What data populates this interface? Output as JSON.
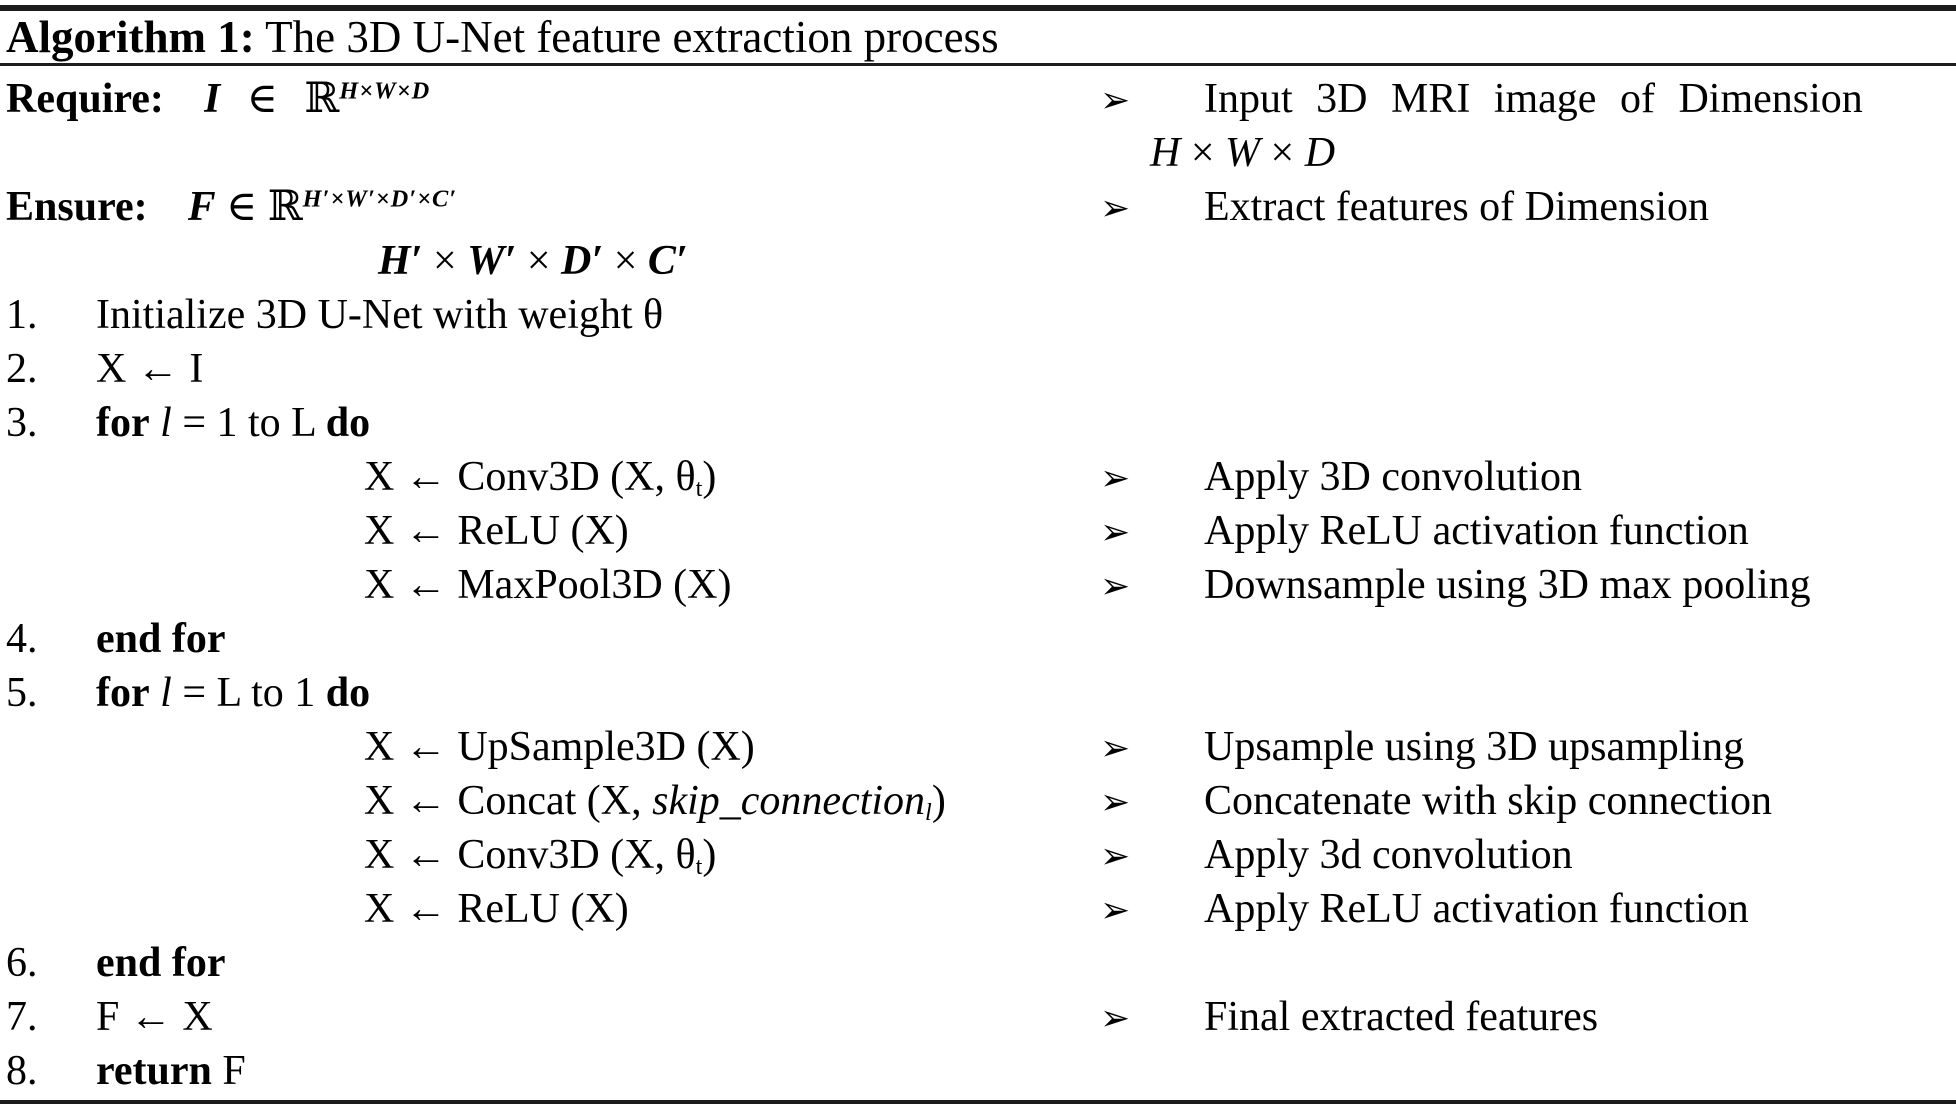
{
  "title": {
    "label": "Algorithm 1:",
    "text": " The 3D U-Net feature extraction process"
  },
  "comment_marker": "➢",
  "colors": {
    "text": "#000000",
    "background": "#ffffff",
    "rule": "#1c1c1c"
  },
  "rows": [
    {
      "name": "require",
      "cls": "require",
      "label": "Require:",
      "code": [
        [
          "I",
          "bi"
        ],
        [
          " ∈ ",
          ""
        ],
        [
          "ℝ",
          ""
        ],
        [
          "H×W×D",
          "supbi"
        ]
      ],
      "comment": [
        [
          "Input 3D MRI image of Dimension",
          ""
        ]
      ]
    },
    {
      "name": "require-wrap",
      "cls": "",
      "label": "",
      "no_marker": true,
      "code": [],
      "comment": [
        [
          "H",
          "i"
        ],
        [
          " × ",
          ""
        ],
        [
          "W",
          "i"
        ],
        [
          " × ",
          ""
        ],
        [
          "D",
          "i"
        ]
      ]
    },
    {
      "name": "ensure",
      "cls": "ensure",
      "label": "Ensure:",
      "code": [
        [
          "F",
          "bi"
        ],
        [
          " ∈ ",
          ""
        ],
        [
          "ℝ",
          ""
        ],
        [
          "H′×W′×D′×C′",
          "supbi"
        ]
      ],
      "comment": [
        [
          "Extract features of Dimension",
          ""
        ]
      ]
    },
    {
      "name": "ensure-wrap",
      "cls": "formula",
      "label": "",
      "code": [
        [
          "H′",
          "bi"
        ],
        [
          " × ",
          ""
        ],
        [
          "W′",
          "bi"
        ],
        [
          " × ",
          ""
        ],
        [
          "D′",
          "bi"
        ],
        [
          " × ",
          ""
        ],
        [
          "C′",
          "bi"
        ]
      ],
      "comment": []
    },
    {
      "name": "line-1",
      "label": "1.",
      "code": [
        [
          "Initialize 3D U-Net with weight θ",
          ""
        ]
      ],
      "comment": []
    },
    {
      "name": "line-2",
      "label": "2.",
      "code": [
        [
          "X ← I",
          ""
        ]
      ],
      "comment": []
    },
    {
      "name": "line-3",
      "label": "3.",
      "code": [
        [
          "for",
          "b"
        ],
        [
          " ",
          ""
        ],
        [
          "l",
          "i"
        ],
        [
          " = 1 to L ",
          ""
        ],
        [
          "do",
          "b"
        ]
      ],
      "comment": []
    },
    {
      "name": "line-3a",
      "label": "",
      "indent": true,
      "code": [
        [
          "X ← Conv3D (X, θ",
          ""
        ],
        [
          "t",
          "sub"
        ],
        [
          ")",
          ""
        ]
      ],
      "comment": [
        [
          "Apply 3D convolution",
          ""
        ]
      ]
    },
    {
      "name": "line-3b",
      "label": "",
      "indent": true,
      "code": [
        [
          "X ← ReLU (X)",
          ""
        ]
      ],
      "comment": [
        [
          "Apply ReLU activation function",
          ""
        ]
      ]
    },
    {
      "name": "line-3c",
      "label": "",
      "indent": true,
      "code": [
        [
          "X ← MaxPool3D (X)",
          ""
        ]
      ],
      "comment": [
        [
          "Downsample using 3D max pooling",
          ""
        ]
      ]
    },
    {
      "name": "line-4",
      "label": "4.",
      "code": [
        [
          "end for",
          "b"
        ]
      ],
      "comment": []
    },
    {
      "name": "line-5",
      "label": "5.",
      "code": [
        [
          "for",
          "b"
        ],
        [
          " ",
          ""
        ],
        [
          "l",
          "i"
        ],
        [
          " = L to 1 ",
          ""
        ],
        [
          "do",
          "b"
        ]
      ],
      "comment": []
    },
    {
      "name": "line-5a",
      "label": "",
      "indent": true,
      "code": [
        [
          "X ← UpSample3D (X)",
          ""
        ]
      ],
      "comment": [
        [
          "Upsample using 3D upsampling",
          ""
        ]
      ]
    },
    {
      "name": "line-5b",
      "label": "",
      "indent": true,
      "code": [
        [
          "X ← Concat (X, ",
          ""
        ],
        [
          "skip_connection",
          "i"
        ],
        [
          "l",
          "subi"
        ],
        [
          ")",
          ""
        ]
      ],
      "comment": [
        [
          "Concatenate with skip connection",
          ""
        ]
      ]
    },
    {
      "name": "line-5c",
      "label": "",
      "indent": true,
      "code": [
        [
          "X ← Conv3D (X, θ",
          ""
        ],
        [
          "t",
          "sub"
        ],
        [
          ")",
          ""
        ]
      ],
      "comment": [
        [
          "Apply 3d convolution",
          ""
        ]
      ]
    },
    {
      "name": "line-5d",
      "label": "",
      "indent": true,
      "code": [
        [
          "X ← ReLU (X)",
          ""
        ]
      ],
      "comment": [
        [
          "Apply ReLU activation function",
          ""
        ]
      ]
    },
    {
      "name": "line-6",
      "label": "6.",
      "code": [
        [
          "end for",
          "b"
        ]
      ],
      "comment": []
    },
    {
      "name": "line-7",
      "label": "7.",
      "code": [
        [
          "F ← X",
          ""
        ]
      ],
      "comment": [
        [
          "Final extracted features",
          ""
        ]
      ]
    },
    {
      "name": "line-8",
      "label": "8.",
      "code": [
        [
          "return",
          "b"
        ],
        [
          " F",
          ""
        ]
      ],
      "comment": []
    }
  ]
}
